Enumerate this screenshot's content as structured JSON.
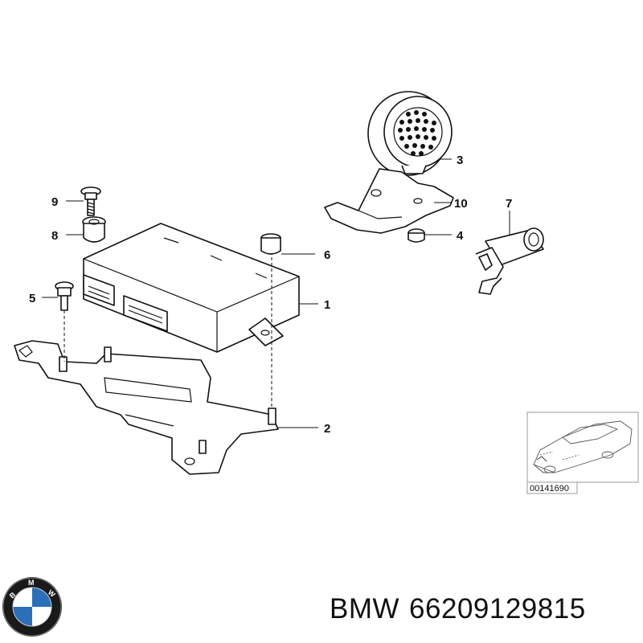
{
  "diagram": {
    "callouts": [
      {
        "id": "1",
        "label": "1"
      },
      {
        "id": "2",
        "label": "2"
      },
      {
        "id": "3",
        "label": "3"
      },
      {
        "id": "4",
        "label": "4"
      },
      {
        "id": "5",
        "label": "5"
      },
      {
        "id": "6",
        "label": "6"
      },
      {
        "id": "7",
        "label": "7"
      },
      {
        "id": "8",
        "label": "8"
      },
      {
        "id": "9",
        "label": "9"
      },
      {
        "id": "10",
        "label": "10"
      }
    ],
    "thumbnail_code": "00141690"
  },
  "logo": {
    "text": "BMW",
    "colors": {
      "ring": "#1a1a1a",
      "blue": "#2a6fb8",
      "white": "#ffffff"
    }
  },
  "footer": {
    "brand": "BMW",
    "part_number": "66209129815"
  }
}
